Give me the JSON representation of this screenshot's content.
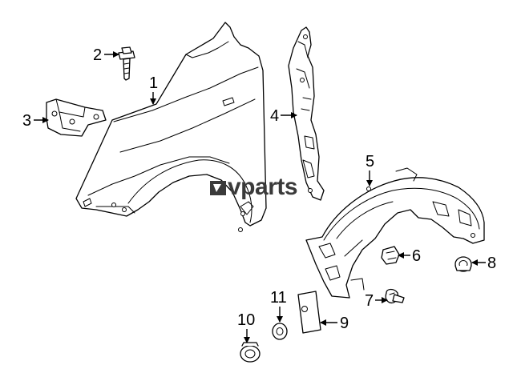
{
  "diagram": {
    "watermark": {
      "text": "vparts"
    },
    "callouts": [
      {
        "id": "1",
        "label": "1"
      },
      {
        "id": "2",
        "label": "2"
      },
      {
        "id": "3",
        "label": "3"
      },
      {
        "id": "4",
        "label": "4"
      },
      {
        "id": "5",
        "label": "5"
      },
      {
        "id": "6",
        "label": "6"
      },
      {
        "id": "7",
        "label": "7"
      },
      {
        "id": "8",
        "label": "8"
      },
      {
        "id": "9",
        "label": "9"
      },
      {
        "id": "10",
        "label": "10"
      },
      {
        "id": "11",
        "label": "11"
      }
    ],
    "line_color": "#000000",
    "watermark_color": "#3a3a3a"
  }
}
